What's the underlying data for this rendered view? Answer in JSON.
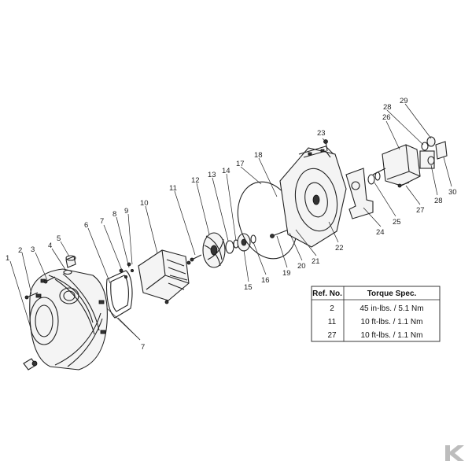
{
  "callouts": [
    "1",
    "2",
    "3",
    "4",
    "5",
    "6",
    "7",
    "7",
    "8",
    "9",
    "10",
    "11",
    "12",
    "13",
    "14",
    "15",
    "16",
    "17",
    "18",
    "19",
    "20",
    "21",
    "22",
    "23",
    "24",
    "25",
    "26",
    "27",
    "28",
    "28",
    "29",
    "30"
  ],
  "table": {
    "headers": [
      "Ref. No.",
      "Torque Spec."
    ],
    "rows": [
      {
        "ref": "2",
        "spec": "45 in-lbs. / 5.1 Nm"
      },
      {
        "ref": "11",
        "spec": "10 ft-lbs. / 1.1 Nm"
      },
      {
        "ref": "27",
        "spec": "10 ft-lbs. / 1.1 Nm"
      }
    ]
  },
  "colors": {
    "line": "#222222",
    "background": "#ffffff",
    "logo": "#bdbdbd"
  },
  "logo_icon": "k-brand-logo-icon"
}
